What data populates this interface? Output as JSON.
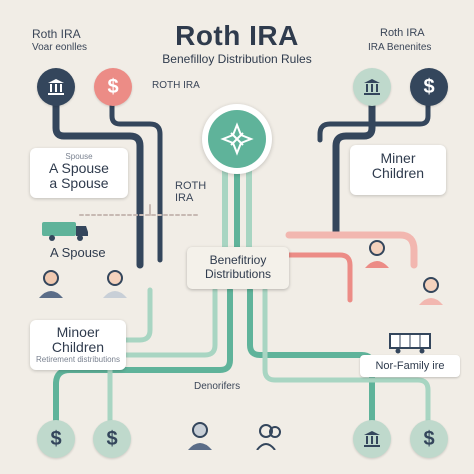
{
  "title": "Roth IRA",
  "subtitle": "Benefilloy Distribution Rules",
  "top_left_caption_1": "Roth IRA",
  "top_left_caption_2": "Voar eonlles",
  "top_right_caption_1": "Roth IRA",
  "top_right_caption_2": "IRA Benenites",
  "mid_caption": "ROTH IRA",
  "hub_caption": "ROTH IRA",
  "spouse_card": {
    "small": "Spouse",
    "line1": "A Spouse",
    "line2": "a Spouse"
  },
  "spouse_label": "A Spouse",
  "minor_card_right": {
    "line1": "Miner",
    "line2": "Children"
  },
  "minor_card_left": {
    "line1": "Minoer",
    "line2": "Children",
    "small": "Retirement distributions"
  },
  "center_card": {
    "line1": "Benefitrioy",
    "line2": "Distributions"
  },
  "nonfamily_label": "Nor-Family ire",
  "bottom_caption": "Denorifers",
  "colors": {
    "navy": "#34465c",
    "teal": "#5fb39a",
    "salmon": "#ec8c86",
    "mint": "#a8d5c2",
    "pink": "#f2b7b0"
  },
  "icons": [
    "bank-icon",
    "dollar-icon",
    "person-icon",
    "van-icon",
    "truck-icon",
    "star-icon"
  ]
}
